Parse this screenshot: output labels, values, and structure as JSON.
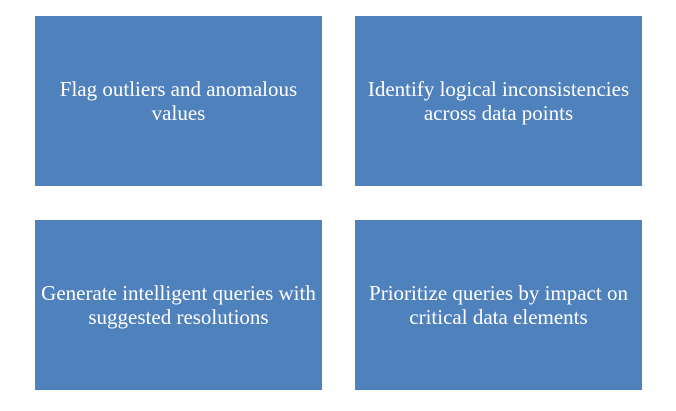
{
  "diagram": {
    "fill_color": "#4f81bd",
    "text_color": "#ffffff",
    "boxes": [
      {
        "label": "Flag outliers and anomalous values"
      },
      {
        "label": "Identify logical inconsistencies across data points"
      },
      {
        "label": "Generate intelligent queries with suggested resolutions"
      },
      {
        "label": "Prioritize queries by impact on critical data elements"
      }
    ]
  }
}
